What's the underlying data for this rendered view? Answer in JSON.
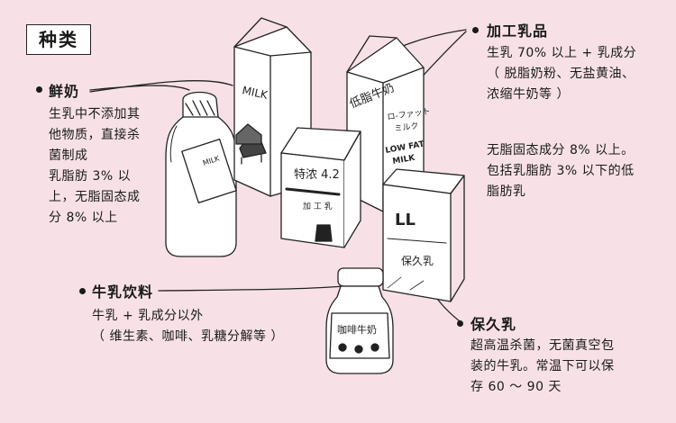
{
  "title": "种类",
  "fresh_milk": {
    "heading": "鲜奶",
    "lines": [
      "生乳中不添加其",
      "他物质，直接杀",
      "菌制成",
      "乳脂肪 3% 以",
      "上，无脂固态成",
      "分 8% 以上"
    ]
  },
  "processed_milk": {
    "heading": "加工乳品",
    "lines": [
      "生乳 70% 以上 + 乳成分",
      "（ 脱脂奶粉、无盐黄油、",
      "浓缩牛奶等 ）"
    ],
    "lines2": [
      "无脂固态成分 8% 以上。",
      "包括乳脂肪 3% 以下的低",
      "脂肪乳"
    ]
  },
  "milk_drink": {
    "heading": "牛乳饮料",
    "lines": [
      "牛乳 + 乳成分以外",
      "（ 维生素、咖啡、乳糖分解等 ）"
    ]
  },
  "long_life_milk": {
    "heading": "保久乳",
    "lines": [
      "超高温杀菌，无菌真空包",
      "装的牛乳。常温下可以保",
      "存 60 ～ 90 天"
    ]
  },
  "illustration_labels": {
    "milk_carton": "MILK",
    "bottle_tag": "MILK",
    "low_fat_carton_jp": "低脂牛奶",
    "low_fat_sub": "ロ-ファット",
    "low_fat_sub2": "ミルク",
    "low_fat_en1": "LOW FAT",
    "low_fat_en2": "MILK",
    "special_box": "特浓 4.2",
    "processed_label": "加 工 乳",
    "ll_box": "LL",
    "ll_sub": "保久乳",
    "coffee_bottle": "咖啡牛奶"
  }
}
